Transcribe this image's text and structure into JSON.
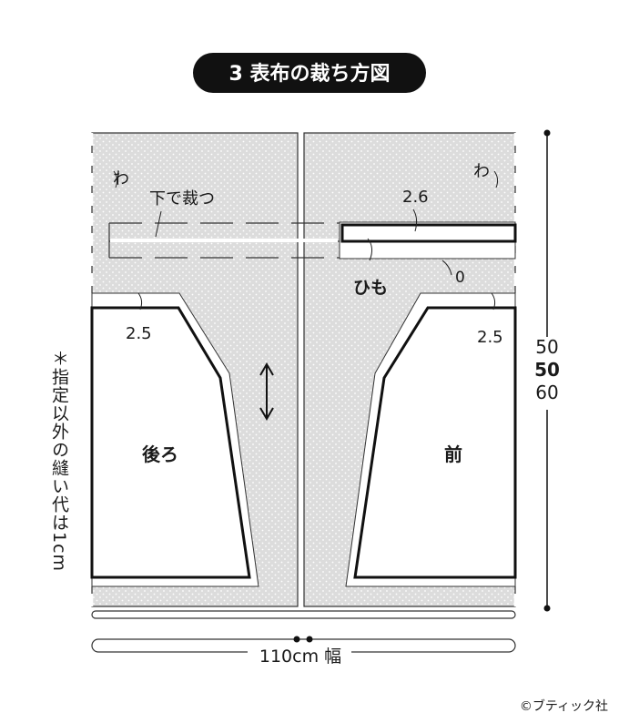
{
  "title": "3 表布の裁ち方図",
  "fold_left": "わ",
  "fold_right": "わ",
  "cut_below": "下で裁つ",
  "himo_seam": "2.6",
  "himo_label": "ひも",
  "himo_zero": "0",
  "left_seam": "2.5",
  "right_seam": "2.5",
  "back_piece": "後ろ",
  "front_piece": "前",
  "height_values": [
    "50",
    "50",
    "60"
  ],
  "width_value": "110cm 幅",
  "note": "＊指定以外の縫い代は1cm",
  "copyright": "©ブティック社"
}
